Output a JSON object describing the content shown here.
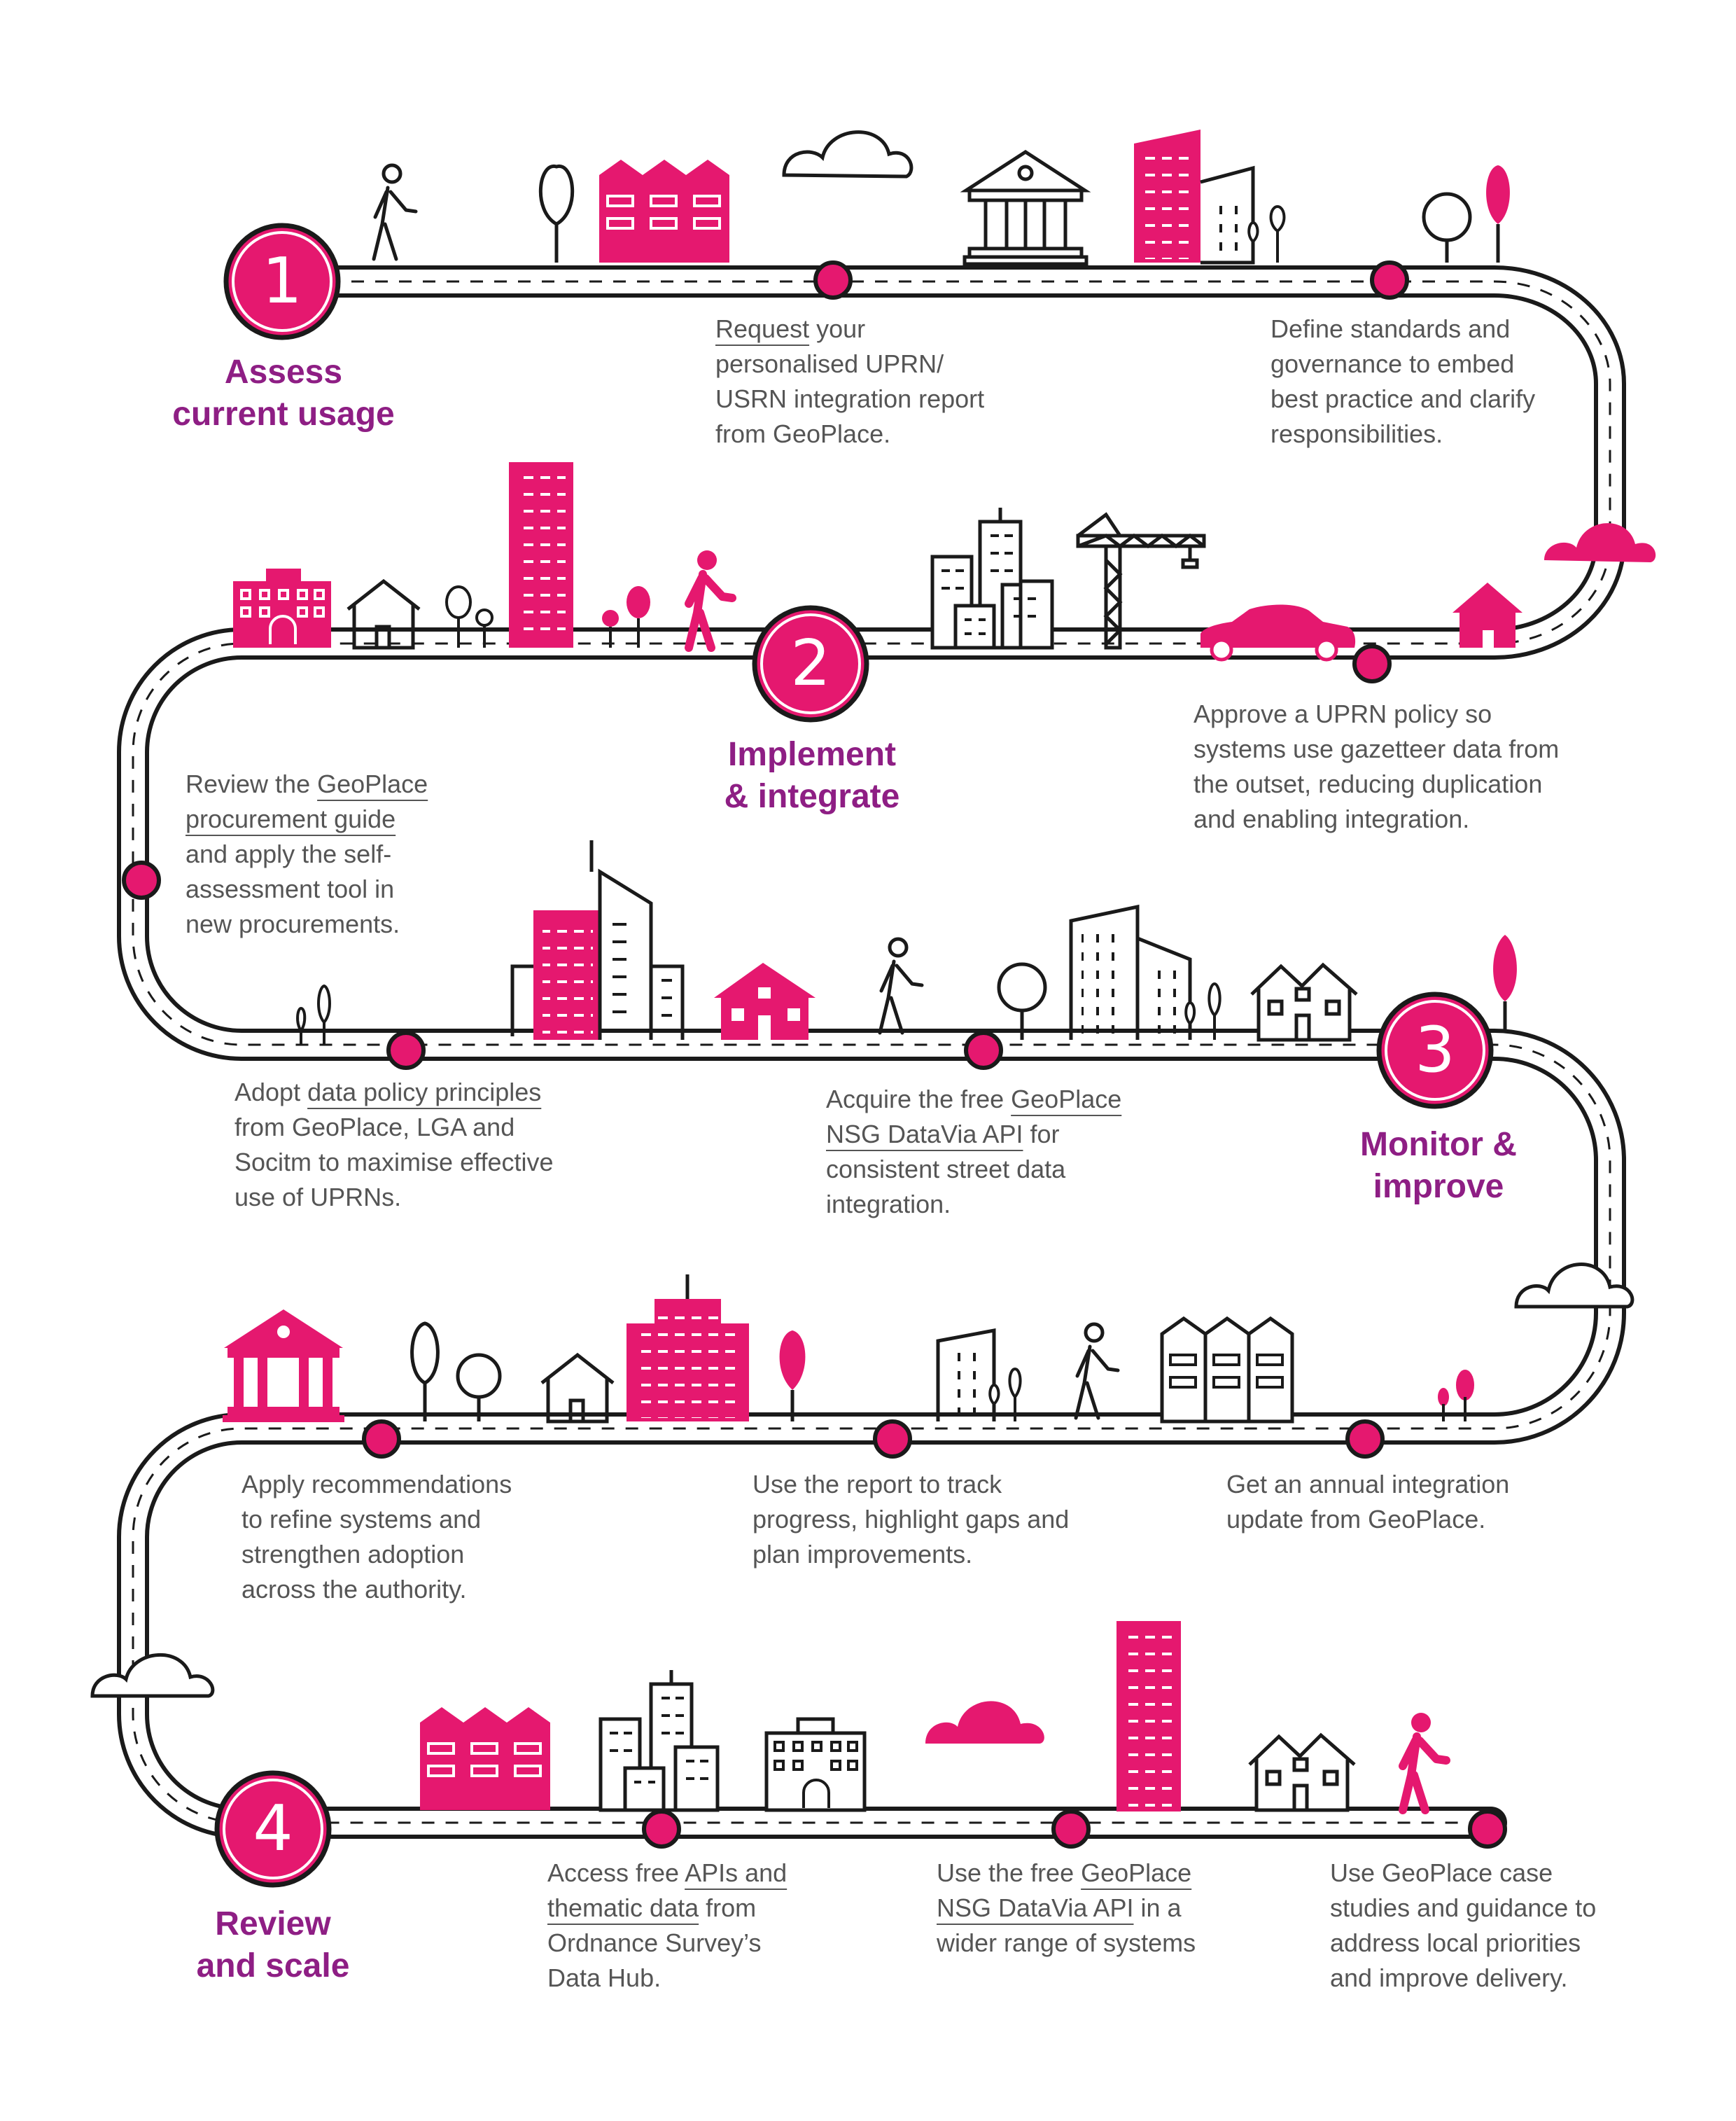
{
  "colors": {
    "accent": "#e5186f",
    "title": "#8e1e84",
    "text": "#555555",
    "line": "#1a1a1a",
    "background": "#ffffff"
  },
  "steps": [
    {
      "number": "1",
      "title": [
        "Assess",
        "current usage"
      ]
    },
    {
      "number": "2",
      "title": [
        "Implement",
        "& integrate"
      ]
    },
    {
      "number": "3",
      "title": [
        "Monitor &",
        "improve"
      ]
    },
    {
      "number": "4",
      "title": [
        "Review",
        "and scale"
      ]
    }
  ],
  "actions": {
    "request_report": {
      "link": "Request",
      "lines": [
        " your",
        "personalised UPRN/",
        "USRN integration report",
        "from GeoPlace."
      ]
    },
    "define_standards": {
      "lines": [
        "Define standards and",
        "governance to embed",
        "best practice and clarify",
        "responsibilities."
      ]
    },
    "approve_policy": {
      "lines": [
        "Approve a UPRN policy so",
        "systems use gazetteer data from",
        "the outset, reducing duplication",
        "and enabling integration."
      ]
    },
    "procurement_guide": {
      "prefix": "Review the ",
      "link1": "GeoPlace",
      "link2": "procurement guide",
      "lines": [
        "and apply the self-",
        "assessment tool in",
        "new procurements."
      ]
    },
    "data_policy": {
      "prefix": "Adopt ",
      "link": "data policy principles",
      "lines": [
        "from GeoPlace, LGA and",
        "Socitm to maximise effective",
        "use of UPRNs."
      ]
    },
    "acquire_api": {
      "prefix": "Acquire the free ",
      "link1": "GeoPlace",
      "link2": "NSG DataVia API",
      "suffix": " for",
      "lines": [
        "consistent street data",
        "integration."
      ]
    },
    "apply_recommendations": {
      "lines": [
        "Apply recommendations",
        "to refine systems and",
        "strengthen adoption",
        "across the authority."
      ]
    },
    "track_progress": {
      "lines": [
        "Use the report to track",
        "progress, highlight gaps and",
        "plan improvements."
      ]
    },
    "annual_update": {
      "lines": [
        "Get an annual integration",
        "update from GeoPlace."
      ]
    },
    "os_apis": {
      "prefix": "Access free ",
      "link1": "APIs and",
      "link2": "thematic data",
      "suffix": " from",
      "lines": [
        "Ordnance Survey’s",
        "Data Hub."
      ]
    },
    "wider_systems": {
      "prefix": "Use the free ",
      "link1": "GeoPlace",
      "link2": "NSG DataVia API",
      "suffix": " in a",
      "lines": [
        "wider range of systems"
      ]
    },
    "case_studies": {
      "lines": [
        "Use GeoPlace case",
        "studies and guidance to",
        "address local priorities",
        "and improve delivery."
      ]
    }
  }
}
